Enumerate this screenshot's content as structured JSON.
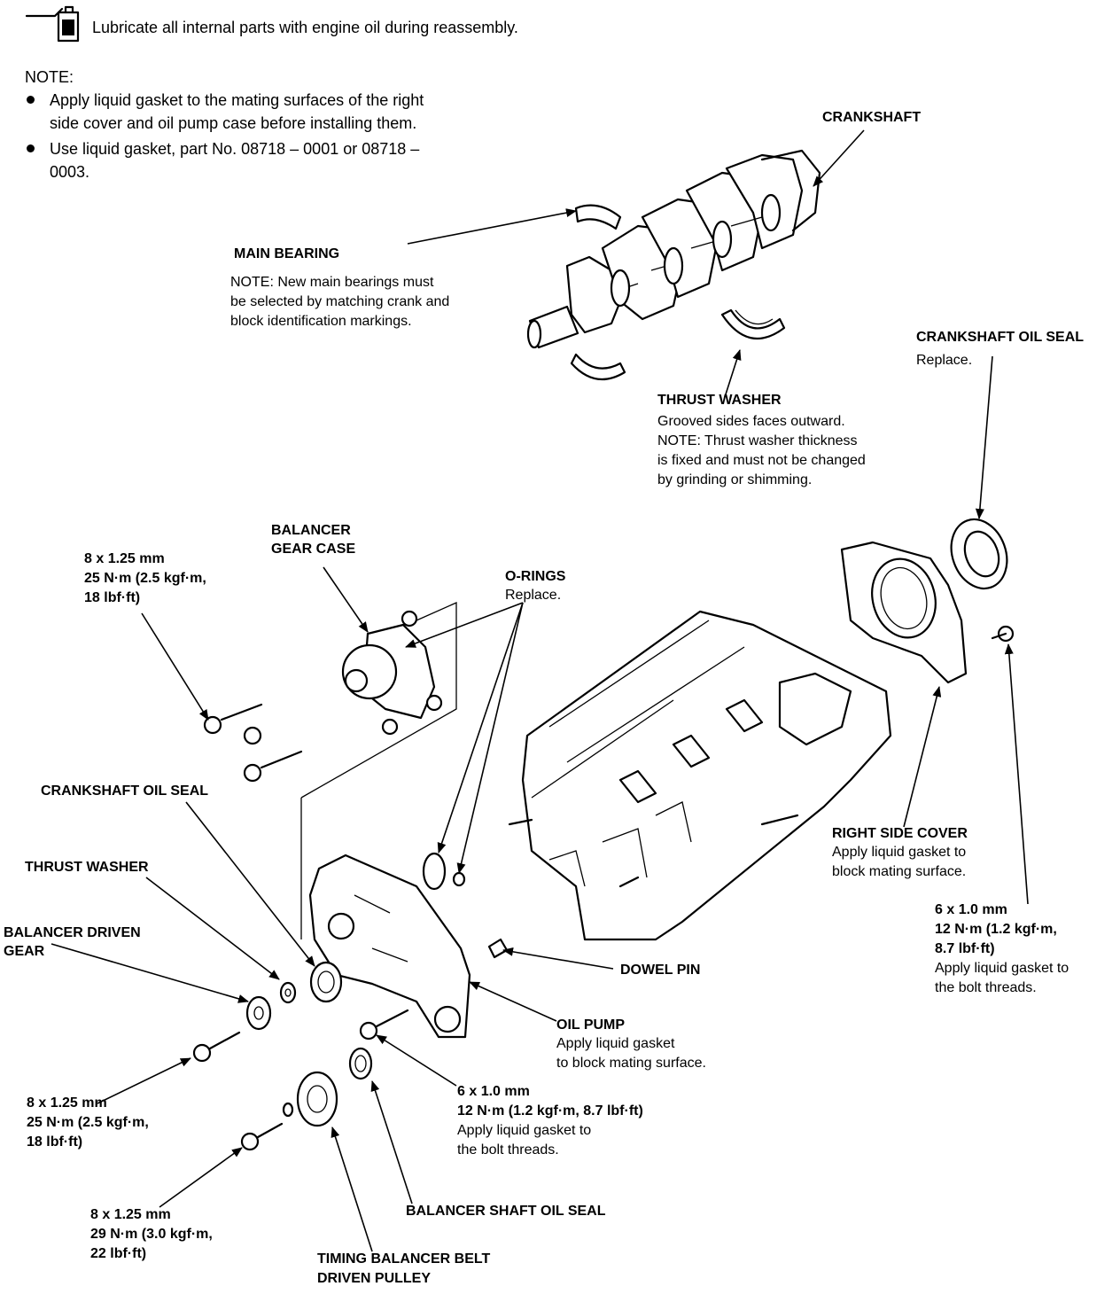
{
  "lubricate_note": "Lubricate all internal parts with engine oil during reassembly.",
  "general_note": {
    "heading": "NOTE:",
    "bullets": [
      [
        "Apply liquid gasket to the mating surfaces of the right",
        "side cover and oil pump case before installing them."
      ],
      [
        "Use liquid gasket, part No. 08718 – 0001 or 08718 –",
        "0003."
      ]
    ]
  },
  "labels": {
    "crankshaft": "CRANKSHAFT",
    "main_bearing": {
      "title": "MAIN BEARING",
      "lines": [
        "NOTE:  New main bearings must",
        "be selected by matching crank and",
        "block identification markings."
      ]
    },
    "crankshaft_oil_seal_right": {
      "title": "CRANKSHAFT OIL SEAL",
      "lines": [
        "Replace."
      ]
    },
    "thrust_washer_top": {
      "title": "THRUST WASHER",
      "lines": [
        "Grooved sides faces outward.",
        "NOTE:  Thrust washer thickness",
        "is fixed and must not be changed",
        "by grinding or shimming."
      ]
    },
    "balancer_gear_case": {
      "lines": [
        "BALANCER",
        "GEAR CASE"
      ]
    },
    "bolt_gear_case": {
      "lines": [
        "8 x 1.25 mm",
        "25 N·m (2.5 kgf·m,",
        "18 lbf·ft)"
      ]
    },
    "o_rings": {
      "title": "O-RINGS",
      "lines": [
        "Replace."
      ]
    },
    "crankshaft_oil_seal_left": "CRANKSHAFT OIL SEAL",
    "thrust_washer_left": "THRUST WASHER",
    "balancer_driven_gear": {
      "lines": [
        "BALANCER DRIVEN",
        "GEAR"
      ]
    },
    "right_side_cover": {
      "title": "RIGHT SIDE COVER",
      "lines": [
        "Apply liquid gasket to",
        "block mating surface."
      ]
    },
    "bolt_right_cover": {
      "bold": [
        "6 x 1.0 mm",
        "12 N·m (1.2 kgf·m,",
        "8.7 lbf·ft)"
      ],
      "lines": [
        "Apply liquid gasket to",
        "the bolt threads."
      ]
    },
    "dowel_pin": "DOWEL PIN",
    "oil_pump": {
      "title": "OIL PUMP",
      "lines": [
        "Apply liquid gasket",
        "to block mating surface."
      ]
    },
    "bolt_oil_pump": {
      "bold": [
        "6 x 1.0 mm",
        "12 N·m (1.2 kgf·m, 8.7 lbf·ft)"
      ],
      "lines": [
        "Apply liquid gasket to",
        "the bolt threads."
      ]
    },
    "bolt_driven_gear": {
      "lines": [
        "8 x 1.25 mm",
        "25 N·m (2.5 kgf·m,",
        "18 lbf·ft)"
      ]
    },
    "bolt_pulley": {
      "lines": [
        "8 x 1.25 mm",
        "29 N·m (3.0 kgf·m,",
        "22 lbf·ft)"
      ]
    },
    "balancer_shaft_oil_seal": "BALANCER SHAFT OIL SEAL",
    "timing_pulley": {
      "lines": [
        "TIMING BALANCER BELT",
        "DRIVEN PULLEY"
      ]
    }
  }
}
